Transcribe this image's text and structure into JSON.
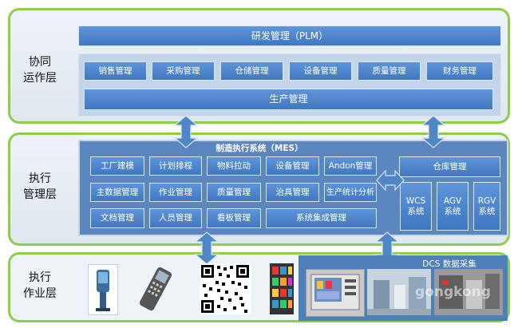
{
  "layers": {
    "top": {
      "label": "协同\n运作层"
    },
    "middle": {
      "label": "执行\n管理层"
    },
    "bottom": {
      "label": "执行\n作业层"
    }
  },
  "top": {
    "plm": "研发管理（PLM）",
    "modules": [
      "销售管理",
      "采购管理",
      "仓储管理",
      "设备管理",
      "质量管理",
      "财务管理"
    ],
    "production": "生产管理"
  },
  "mes": {
    "title": "制造执行系统（MES）",
    "modules": {
      "r1": [
        "工厂建模",
        "计划排程",
        "物料拉动",
        "设备管理",
        "Andon管理"
      ],
      "r2": [
        "主数据管理",
        "作业管理",
        "质量管理",
        "治具管理",
        "生产统计分析"
      ],
      "r3": [
        "文档管理",
        "人员管理",
        "看板管理",
        "系统集成管理"
      ]
    }
  },
  "warehouse": {
    "title": "仓库管理",
    "systems": [
      "WCS\n系统",
      "AGV\n系统",
      "RGV\n系统"
    ]
  },
  "bottom": {
    "dcs_label": "DCS 数据采集",
    "watermark": "gongkong"
  },
  "colors": {
    "border": "#8ccd4a",
    "box": "#4a84cc",
    "panel": "#5b86bf",
    "arrow": "#4f86c6"
  }
}
